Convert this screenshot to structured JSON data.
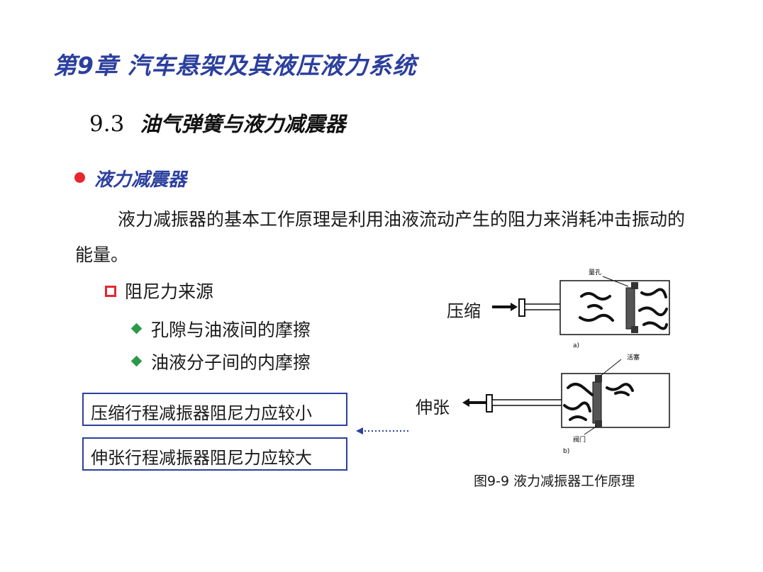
{
  "chapter_title": "第9章 汽车悬架及其液压液力系统",
  "section": {
    "number": "9.3",
    "title": "油气弹簧与液力减震器"
  },
  "bullet_heading": "液力减震器",
  "paragraph": "液力减振器的基本工作原理是利用油液流动产生的阻力来消耗冲击振动的能量。",
  "sub_heading": "阻尼力来源",
  "sub_items": [
    "孔隙与油液间的摩擦",
    "油液分子间的内摩擦"
  ],
  "boxes": [
    "压缩行程减振器阻尼力应较小",
    "伸张行程减振器阻尼力应较大"
  ],
  "figure": {
    "label_compress": "压缩",
    "label_extend": "伸张",
    "label_a": "a)",
    "label_b": "b)",
    "label_hole": "量孔",
    "label_piston": "活塞",
    "label_valve": "阀门",
    "caption_prefix": "图9-9",
    "caption_text": "液力减振器工作原理"
  },
  "colors": {
    "title_blue": "#2b3f9e",
    "bullet_red": "#e8262f",
    "diamond_green": "#2a9a4a"
  }
}
